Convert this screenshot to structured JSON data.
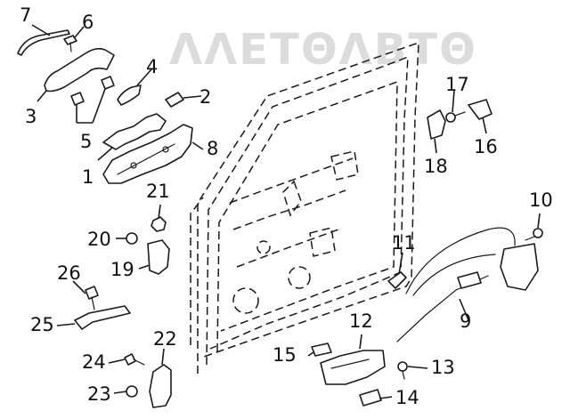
{
  "watermark": "ΛΛΕΤΘΛΒΤΘ",
  "colors": {
    "line": "#1a1a1a",
    "watermark": "#dcdcdc",
    "background": "#ffffff"
  },
  "callouts": {
    "c1": "1",
    "c2": "2",
    "c3": "3",
    "c4": "4",
    "c5": "5",
    "c6": "6",
    "c7": "7",
    "c8": "8",
    "c9": "9",
    "c10": "10",
    "c11": "11",
    "c12": "12",
    "c13": "13",
    "c14": "14",
    "c15": "15",
    "c16": "16",
    "c17": "17",
    "c18": "18",
    "c19": "19",
    "c20": "20",
    "c21": "21",
    "c22": "22",
    "c23": "23",
    "c24": "24",
    "c25": "25",
    "c26": "26"
  }
}
